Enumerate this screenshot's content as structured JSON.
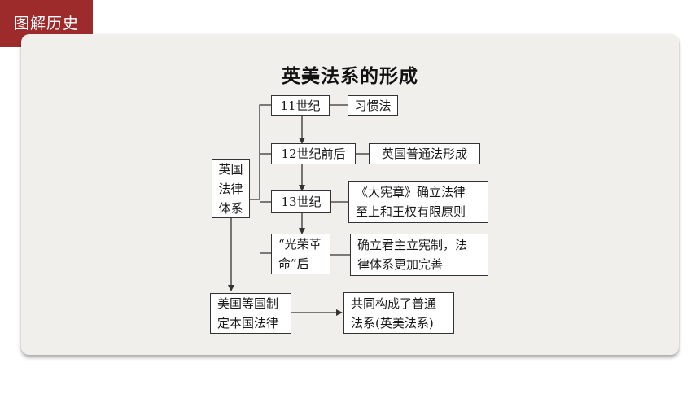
{
  "header": {
    "tag": "图解历史"
  },
  "diagram": {
    "title": "英美法系的形成",
    "nodes": {
      "root": "英国\n法律\n体系",
      "c11": "11世纪",
      "c12": "12世纪前后",
      "c13": "13世纪",
      "glorious": "“光荣革\n命”后",
      "custom_law": "习惯法",
      "common_law": "英国普通法形成",
      "magna_carta": "《大宪章》确立法律\n至上和王权有限原则",
      "constitutional": "确立君主立宪制，法\n律体系更加完善",
      "usa": "美国等国制\n定本国法律",
      "result": "共同构成了普通\n法系(英美法系)"
    }
  }
}
